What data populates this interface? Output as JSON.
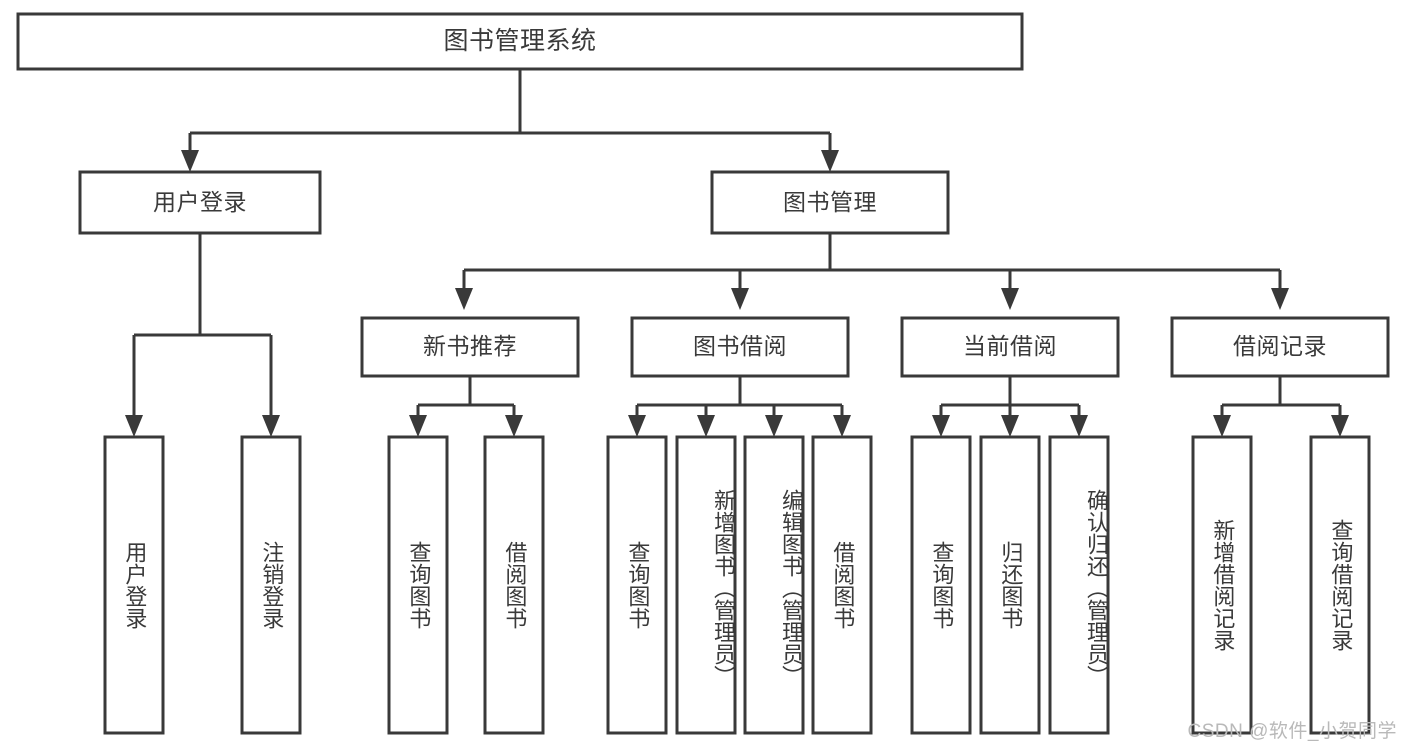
{
  "diagram": {
    "type": "tree-hierarchy-chart",
    "title": "图书管理系统",
    "orientation": "top-down",
    "colors": {
      "box_fill": "#ffffff",
      "box_stroke": "#393939",
      "text": "#3a3a3a",
      "background": "#ffffff",
      "watermark": "#b9b9b9"
    },
    "root": {
      "label": "图书管理系统",
      "level": 0
    },
    "level1": [
      {
        "label": "用户登录",
        "level": 1
      },
      {
        "label": "图书管理",
        "level": 1
      }
    ],
    "level2": [
      {
        "label": "新书推荐",
        "level": 2,
        "parent": "图书管理"
      },
      {
        "label": "图书借阅",
        "level": 2,
        "parent": "图书管理"
      },
      {
        "label": "当前借阅",
        "level": 2,
        "parent": "图书管理"
      },
      {
        "label": "借阅记录",
        "level": 2,
        "parent": "图书管理"
      }
    ],
    "leaves": {
      "user_login": [
        {
          "label": "用户登录",
          "parent": "用户登录"
        },
        {
          "label": "注销登录",
          "parent": "用户登录"
        }
      ],
      "new_book_recommend": [
        {
          "label": "查询图书",
          "parent": "新书推荐"
        },
        {
          "label": "借阅图书",
          "parent": "新书推荐"
        }
      ],
      "book_borrow": [
        {
          "label": "查询图书",
          "parent": "图书借阅"
        },
        {
          "label": "新增图书（管理员）",
          "parent": "图书借阅"
        },
        {
          "label": "编辑图书（管理员）",
          "parent": "图书借阅"
        },
        {
          "label": "借阅图书",
          "parent": "图书借阅"
        }
      ],
      "current_borrow": [
        {
          "label": "查询图书",
          "parent": "当前借阅"
        },
        {
          "label": "归还图书",
          "parent": "当前借阅"
        },
        {
          "label": "确认归还（管理员）",
          "parent": "当前借阅"
        }
      ],
      "borrow_record": [
        {
          "label": "新增借阅记录",
          "parent": "借阅记录"
        },
        {
          "label": "查询借阅记录",
          "parent": "借阅记录"
        }
      ]
    },
    "watermark": "CSDN @软件_小贺同学"
  }
}
